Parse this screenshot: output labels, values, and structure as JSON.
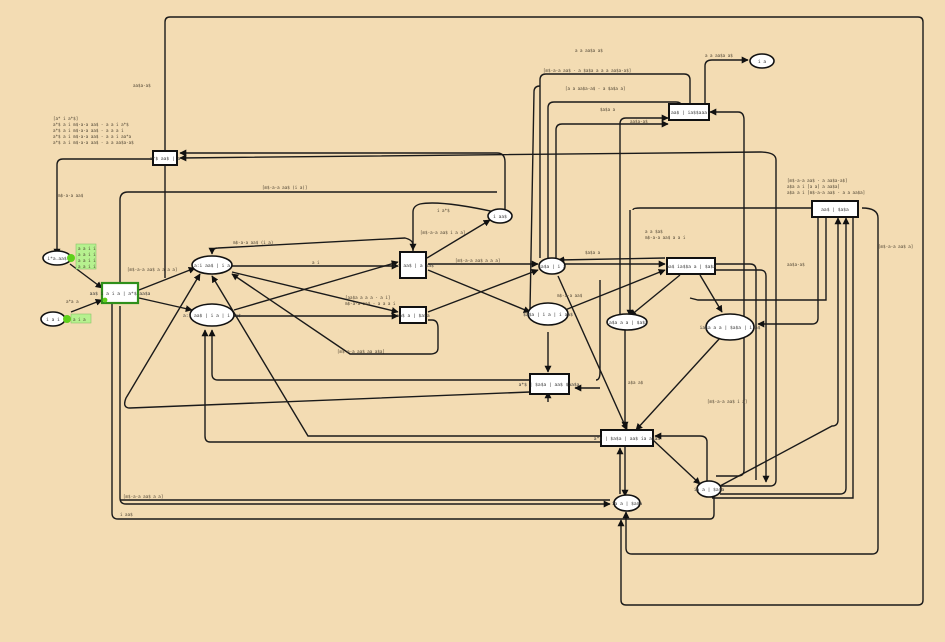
{
  "diagram": {
    "type": "colored-petri-net",
    "background": "#f3dcb3",
    "accent_enabled": "#5fd01a",
    "places": [
      {
        "id": "p_a",
        "label": "i*a.aa$"
      },
      {
        "id": "p_b",
        "label": "i a i"
      },
      {
        "id": "p_c",
        "label": "a:i aa$ | i a"
      },
      {
        "id": "p_d",
        "label": "a:i aa$ | i a | i aa$"
      },
      {
        "id": "p_e",
        "label": "i aa$"
      },
      {
        "id": "p_f",
        "label": "$a$a | i a"
      },
      {
        "id": "p_g",
        "label": "$a$a | i a | i aa$"
      },
      {
        "id": "p_h",
        "label": "ia$a a a | $a$a"
      },
      {
        "id": "p_i",
        "label": "ia$a a a | $a$a | i a$"
      },
      {
        "id": "p_j",
        "label": "i a"
      },
      {
        "id": "p_k",
        "label": "ia a | $a$a"
      },
      {
        "id": "p_l",
        "label": "ia a | $a$a"
      }
    ],
    "transitions": [
      {
        "id": "t_top",
        "label": "a*$ aa$ | a"
      },
      {
        "id": "t_green",
        "label": "aa$ i a i a | a*$ aa$a"
      },
      {
        "id": "t_mid1",
        "label": "a:i aa$ | a $a$"
      },
      {
        "id": "t_mid2",
        "label": "aa$ a | $a$a"
      },
      {
        "id": "t_up",
        "label": "aa$ | ia$$aaa"
      },
      {
        "id": "t_right",
        "label": "aa$ ia$$a a | $a$a"
      },
      {
        "id": "t_far",
        "label": "aa$ | $a$a"
      },
      {
        "id": "t_low1",
        "label": "a*$ | $a$a | aa$ $aa$a"
      },
      {
        "id": "t_low2",
        "label": "a*$ | $a$a | aa$ ia a$aa"
      }
    ],
    "tokens": {
      "p_a": [
        "a a i i",
        "a a i i",
        "a a i i",
        "a a i i"
      ],
      "p_b": [
        "a i a"
      ]
    },
    "arc_labels": [
      "aa$a-a$",
      "[a* i a*$]",
      "a*$ a i m$-a-a aa$ - a a i a*$",
      "a*$ a i m$-a-a aa$ - a a a i",
      "a*$ a i m$-a-a aa$ - a a i aa*a",
      "a*$ a i m$-a-a aa$ - a a aa$a-a$",
      "m$-a-a aa$",
      "[m$-a-a aa$ (i a)]",
      "m$-a-a aa$ (i a)",
      "[m$-a-a aa$ a a a a]",
      "[m$-a-a aa$ aa a$a]",
      "a i",
      "i a*$",
      "[m$-a-a aa$ i a a]",
      "[aa$a a a a - a i]",
      "m$-a-a aa$ - a a a i",
      "[m$-a-a aa$ a a a]",
      "$a$a a",
      "a a aa$a a$",
      "m$-a-a aa$",
      "[m$-a-a aa$ - a $a$a a a  a aa$a-a$]",
      "[a a aa$a-a$ - a $a$a a]",
      "$a$a a",
      "aa$a-a$",
      "a a aa$a a$",
      "[m$-a-a aa$ - a aa$a-a$]",
      "a$a a i [a a] a aa$a]",
      "a$a a i [m$-a-a aa$ - a a aa$a]",
      "a a $a$",
      "m$-a-a aa$ a a i",
      "[m$-a-a aa$ a]",
      "aa$a-a$",
      "a$a a$",
      "[m$-a-a aa$ i a]",
      "[m$-a-a aa$ a a]",
      "i aa$",
      "a*a a"
    ]
  }
}
